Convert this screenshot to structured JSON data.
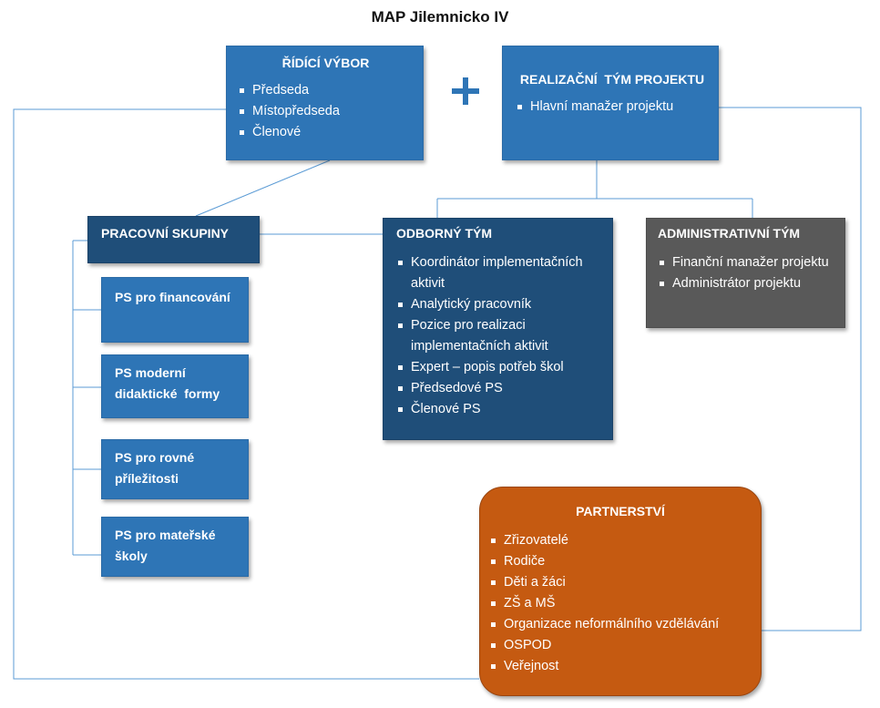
{
  "title": "MAP Jilemnicko IV",
  "ridici_vybor": {
    "title": "ŘÍDÍCÍ VÝBOR",
    "items": [
      "Předseda",
      "Místopředseda",
      "Členové"
    ]
  },
  "realizacni_tym": {
    "title": "REALIZAČNÍ  TÝM PROJEKTU",
    "items": [
      "Hlavní manažer projektu"
    ]
  },
  "pracovni_skupiny": {
    "title": "PRACOVNÍ SKUPINY",
    "groups": [
      "PS pro financování",
      "PS moderní didaktické  formy",
      "PS pro rovné příležitosti",
      "PS pro mateřské školy"
    ]
  },
  "odborny_tym": {
    "title": "ODBORNÝ TÝM",
    "items": [
      "Koordinátor implementačních aktivit",
      "Analytický pracovník",
      "Pozice pro realizaci implementačních aktivit",
      "Expert – popis potřeb škol",
      "Předsedové PS",
      "Členové PS"
    ]
  },
  "administrativni_tym": {
    "title": "ADMINISTRATIVNÍ TÝM",
    "items": [
      "Finanční manažer projektu",
      "Administrátor projektu"
    ]
  },
  "partnerstvi": {
    "title": "PARTNERSTVÍ",
    "items": [
      "Zřizovatelé",
      "Rodiče",
      "Děti a žáci",
      "ZŠ a MŠ",
      "Organizace neformálního vzdělávání",
      "OSPOD",
      "Veřejnost"
    ]
  },
  "colors": {
    "blue": "#2e75b6",
    "dark_blue": "#1f4e79",
    "gray": "#595959",
    "orange": "#c55a11",
    "connector": "#5b9bd5"
  }
}
